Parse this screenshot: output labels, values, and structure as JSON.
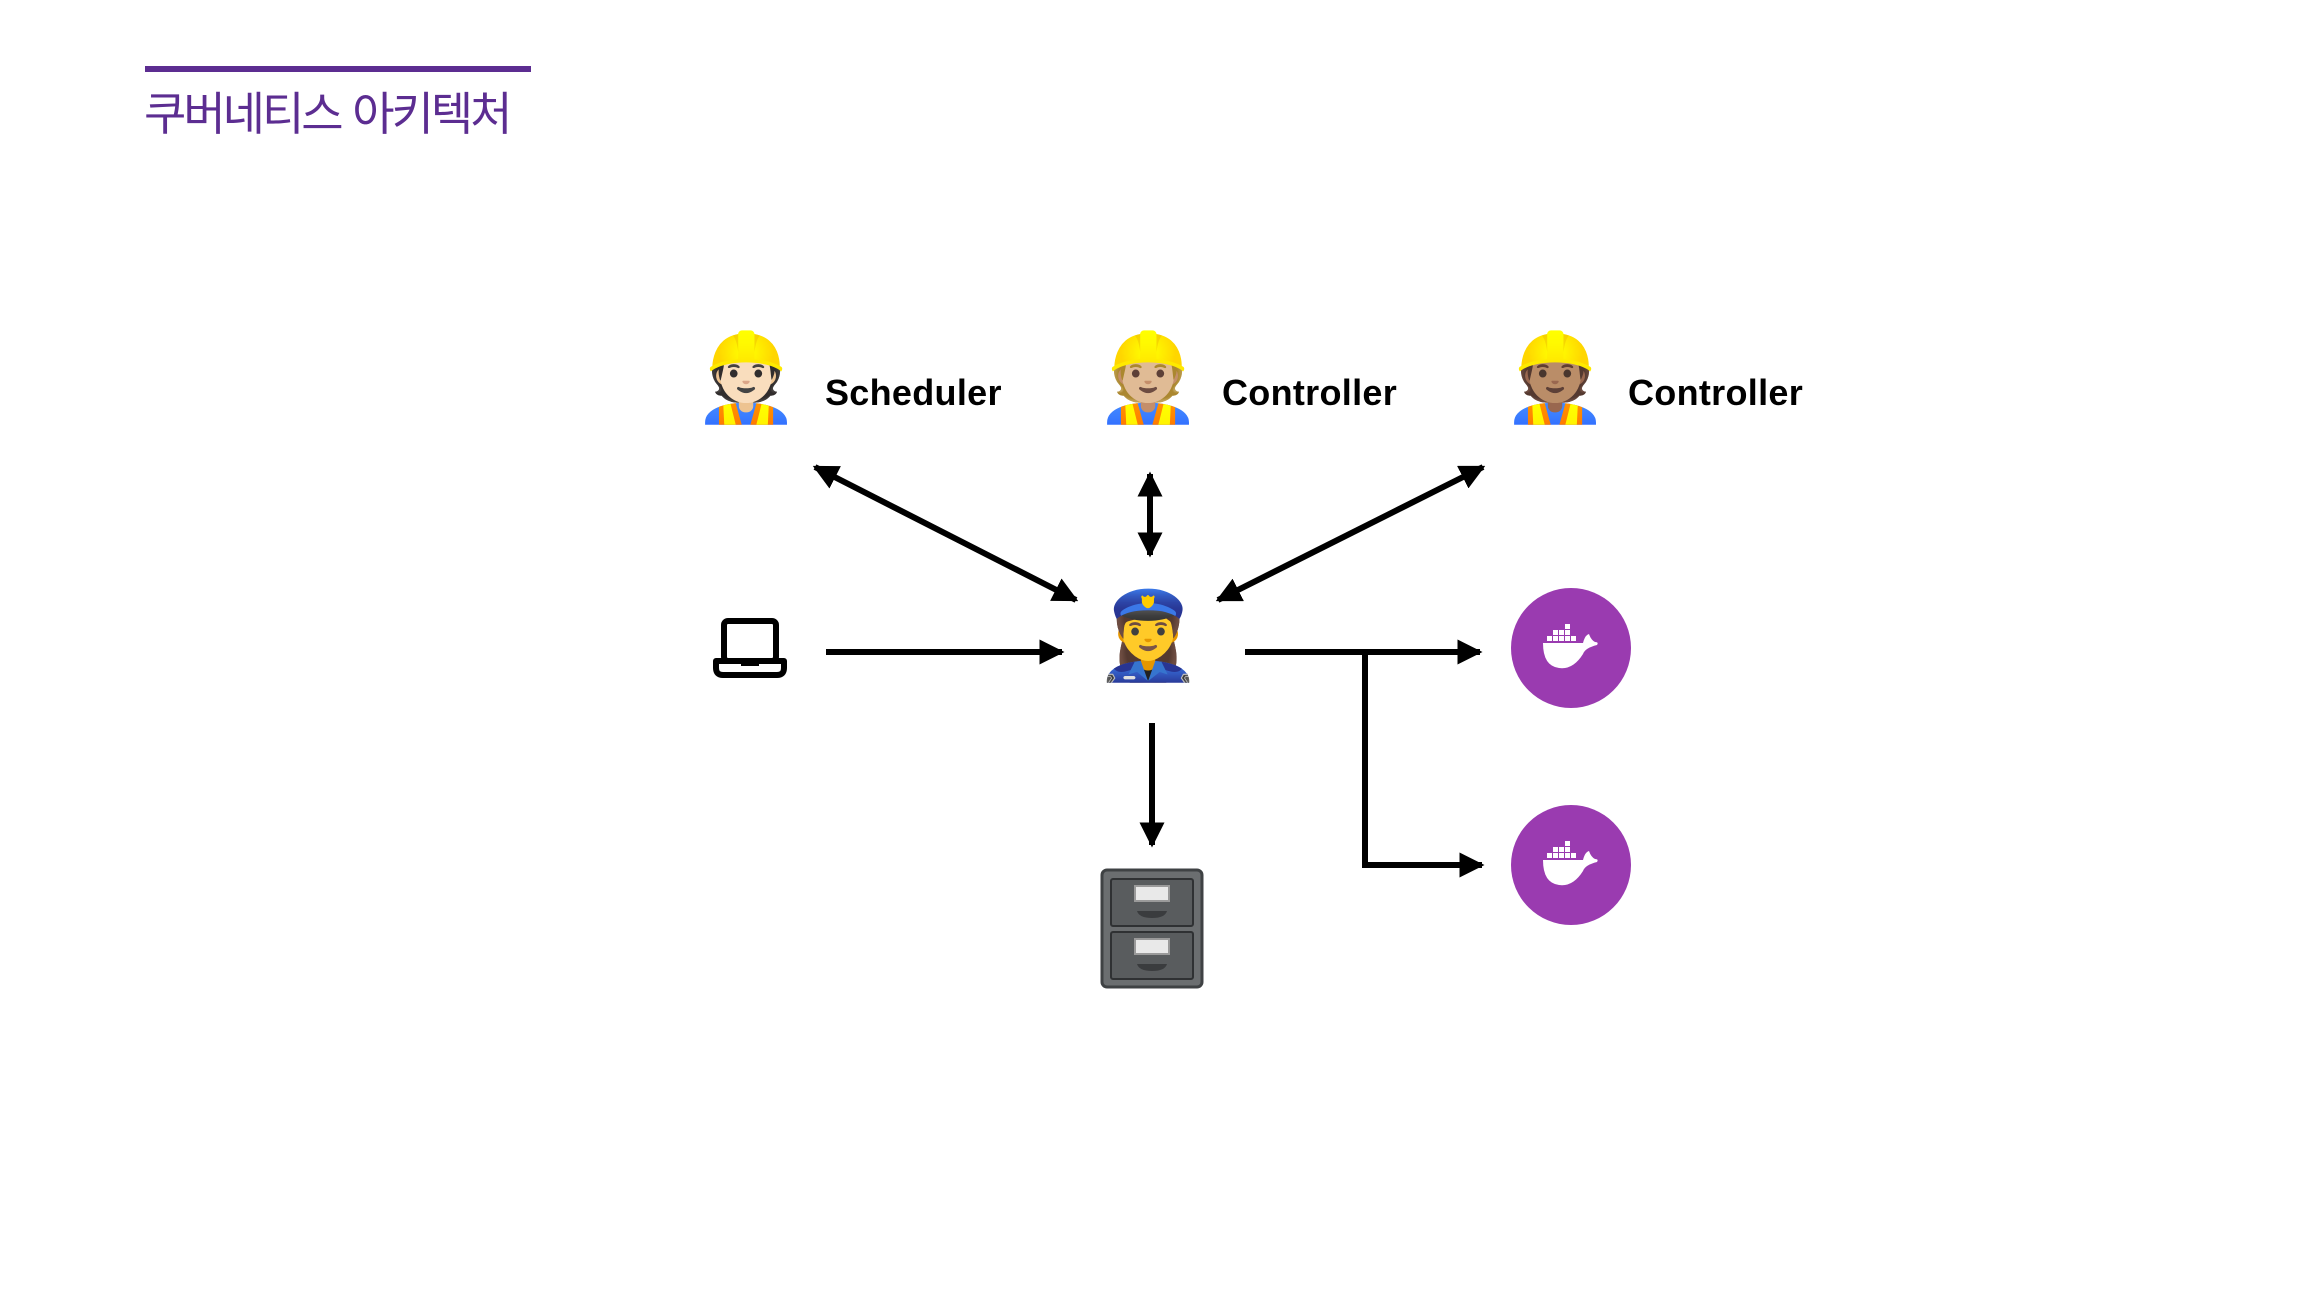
{
  "slide": {
    "title": "쿠버네티스 아키텍처",
    "accent_color": "#5C2D91"
  },
  "diagram": {
    "nodes": {
      "scheduler": {
        "icon": "construction-worker-light-skin-icon",
        "glyph": "👷🏻",
        "label": "Scheduler"
      },
      "controller_1": {
        "icon": "construction-worker-medium-light-skin-icon",
        "glyph": "👷🏼",
        "label": "Controller"
      },
      "controller_2": {
        "icon": "construction-worker-medium-skin-icon",
        "glyph": "👷🏽",
        "label": "Controller"
      },
      "client": {
        "icon": "laptop-icon"
      },
      "api_server": {
        "icon": "police-officer-icon",
        "glyph": "👮‍♀️"
      },
      "storage": {
        "icon": "file-cabinet-icon",
        "glyph": "🗄️"
      },
      "container_1": {
        "icon": "docker-whale-icon",
        "color": "#9A3BB0"
      },
      "container_2": {
        "icon": "docker-whale-icon",
        "color": "#9A3BB0"
      }
    },
    "edges": [
      {
        "from": "scheduler",
        "to": "api_server",
        "direction": "both"
      },
      {
        "from": "controller_1",
        "to": "api_server",
        "direction": "both"
      },
      {
        "from": "controller_2",
        "to": "api_server",
        "direction": "both"
      },
      {
        "from": "client",
        "to": "api_server",
        "direction": "forward"
      },
      {
        "from": "api_server",
        "to": "storage",
        "direction": "forward"
      },
      {
        "from": "api_server",
        "to": "container_1",
        "direction": "forward"
      },
      {
        "from": "api_server",
        "to": "container_2",
        "direction": "forward"
      }
    ]
  }
}
